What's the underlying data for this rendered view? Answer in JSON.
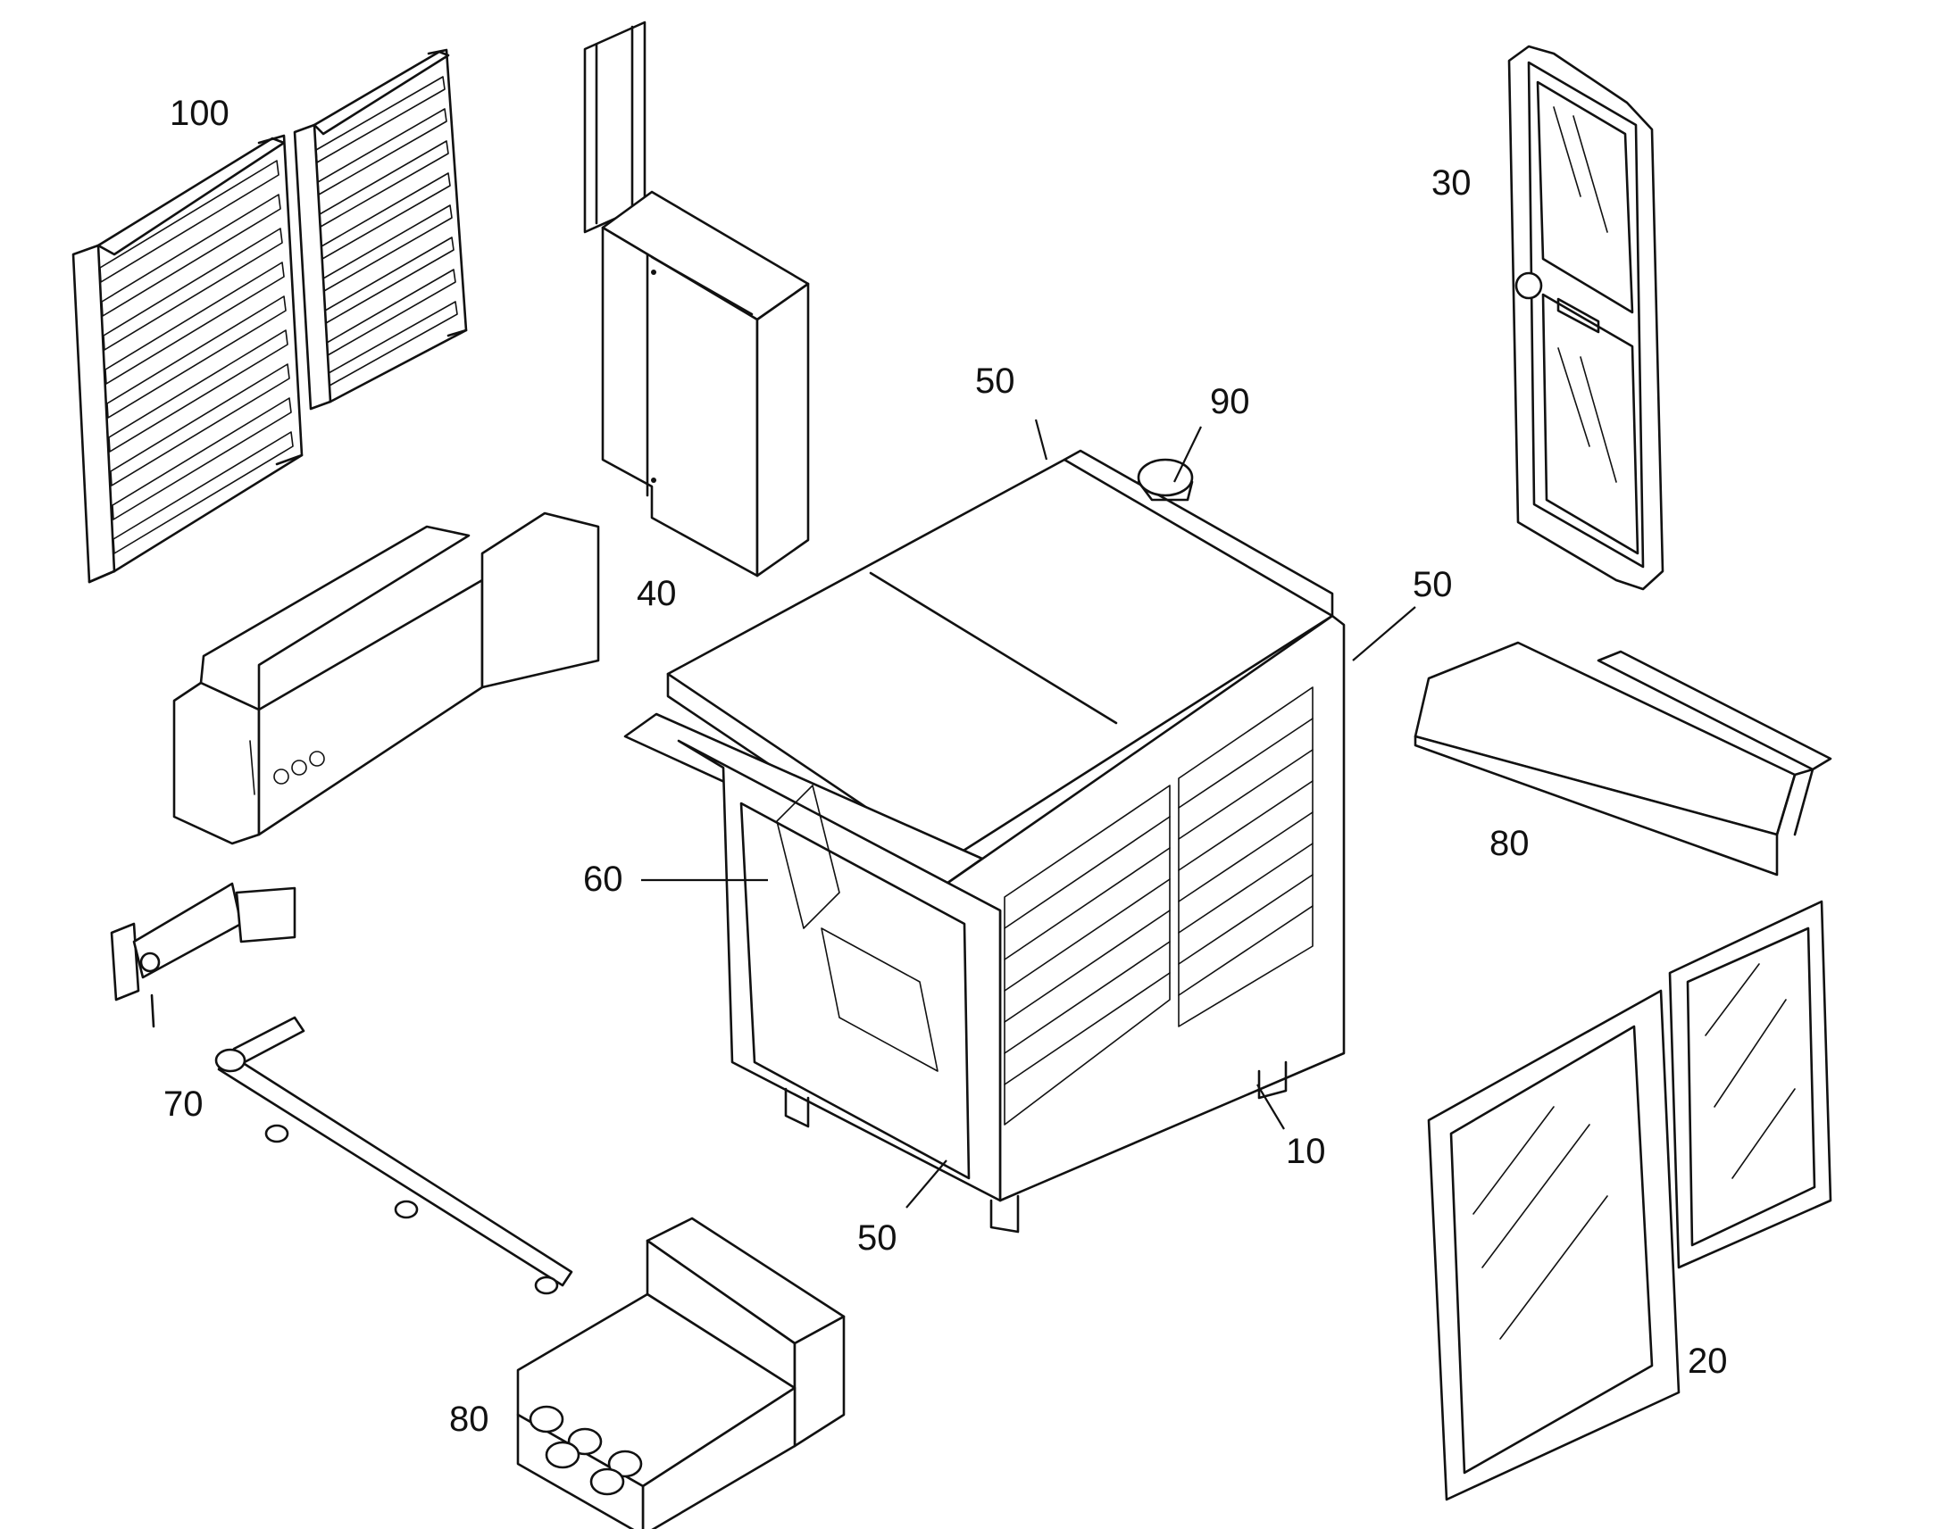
{
  "labels": {
    "louvers": "100",
    "electrical_cabinet": "40",
    "cab_door": "30",
    "cab_roof_top": "50",
    "roof_vent": "90",
    "cab_roof_right": "50",
    "roof_hood": "80",
    "control_console": "60",
    "lighting_rail": "70",
    "cab_frame_bottom": "50",
    "cab_base": "10",
    "hvac_unit": "80",
    "side_door": "20"
  }
}
